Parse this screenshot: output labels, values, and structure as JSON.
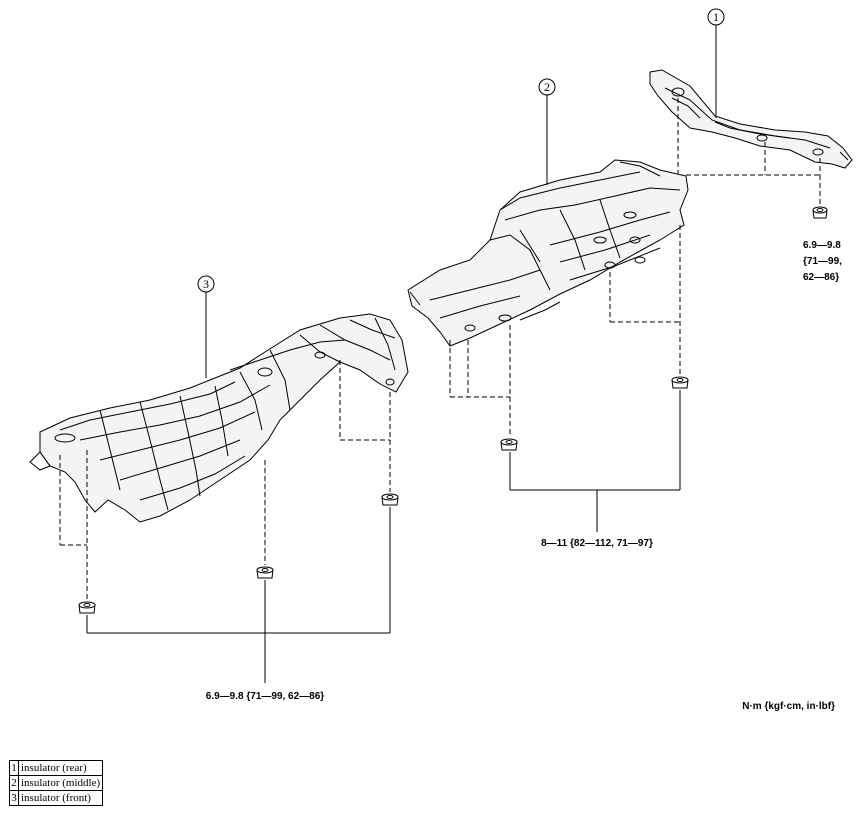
{
  "callouts": {
    "c1": "1",
    "c2": "2",
    "c3": "3"
  },
  "torque": {
    "rear_line1": "6.9—9.8",
    "rear_line2": "{71—99,",
    "rear_line3": "62—86}",
    "middle": "8—11 {82—112, 71—97}",
    "front": "6.9—9.8 {71—99, 62—86}"
  },
  "units": "N·m {kgf·cm, in·lbf}",
  "legend": [
    {
      "num": "1",
      "label": "insulator (rear)"
    },
    {
      "num": "2",
      "label": "insulator (middle)"
    },
    {
      "num": "3",
      "label": "insulator (front)"
    }
  ]
}
